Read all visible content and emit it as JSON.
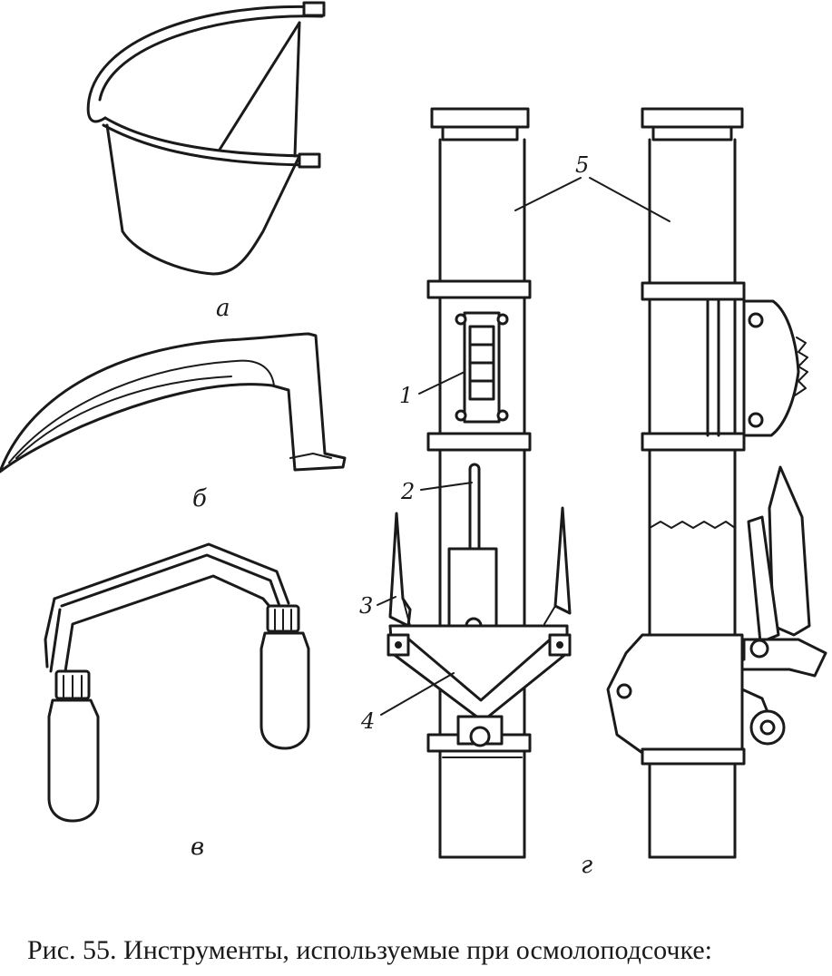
{
  "figure": {
    "panel_labels": {
      "a": "а",
      "b": "б",
      "v": "в",
      "g": "г"
    },
    "callouts": {
      "1": "1",
      "2": "2",
      "3": "3",
      "4": "4",
      "5": "5"
    }
  },
  "caption": "Рис. 55. Инструменты, используемые при осмолоподсочке:"
}
